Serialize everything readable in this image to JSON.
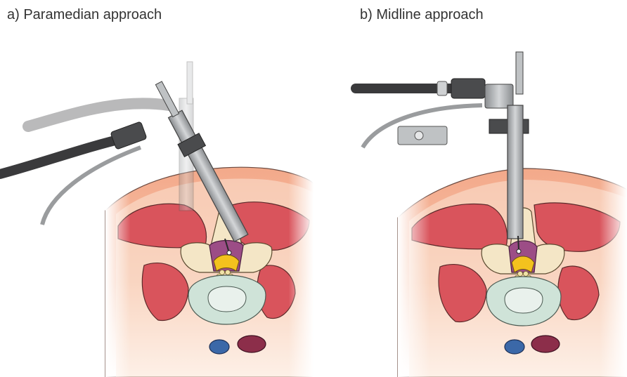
{
  "panels": [
    {
      "title": "a) Paramedian approach",
      "approach": "paramedian"
    },
    {
      "title": "b) Midline approach",
      "approach": "midline"
    }
  ],
  "colors": {
    "skin": "#f7c4ac",
    "skin_outer": "#f3a98a",
    "fat": "#fbe3d3",
    "muscle": "#d9545c",
    "muscle_dark": "#b83a44",
    "bone": "#f4e6c6",
    "disc": "#cfe3d8",
    "disc_core": "#e9f1ec",
    "epidural": "#9c4d86",
    "ligament": "#f3c21e",
    "vein": "#3b68a8",
    "artery": "#8c2e4a",
    "metal": "#a9acaf",
    "metal_dark": "#4a4b4d",
    "cable": "#3a3a3c"
  }
}
